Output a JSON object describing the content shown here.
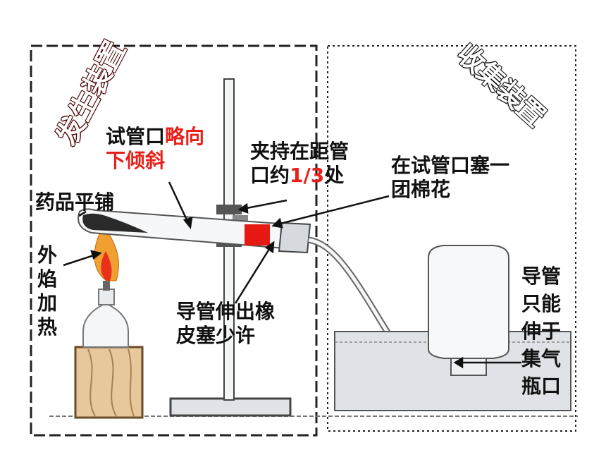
{
  "sections": {
    "generator_title": "发生装置",
    "collector_title": "收集装置"
  },
  "labels": {
    "tube_mouth_prefix": "试管口",
    "tube_mouth_red1": "略向",
    "tube_mouth_red2": "下倾斜",
    "clamp_line1": "夹持在距管",
    "clamp_line2_prefix": "口约",
    "clamp_fraction": "1/3",
    "clamp_line2_suffix": "处",
    "cotton_line1": "在试管口塞一",
    "cotton_line2": "团棉花",
    "reagent_flat": "药品平铺",
    "outer_flame": "外焰加热",
    "tube_out_line1": "导管伸出橡",
    "tube_out_line2": "皮塞少许",
    "tube_bottle": "导管只能伸于集气瓶口"
  },
  "colors": {
    "highlight": "#e8201a",
    "flame": "#f0a030",
    "water": "#d8dde3"
  }
}
